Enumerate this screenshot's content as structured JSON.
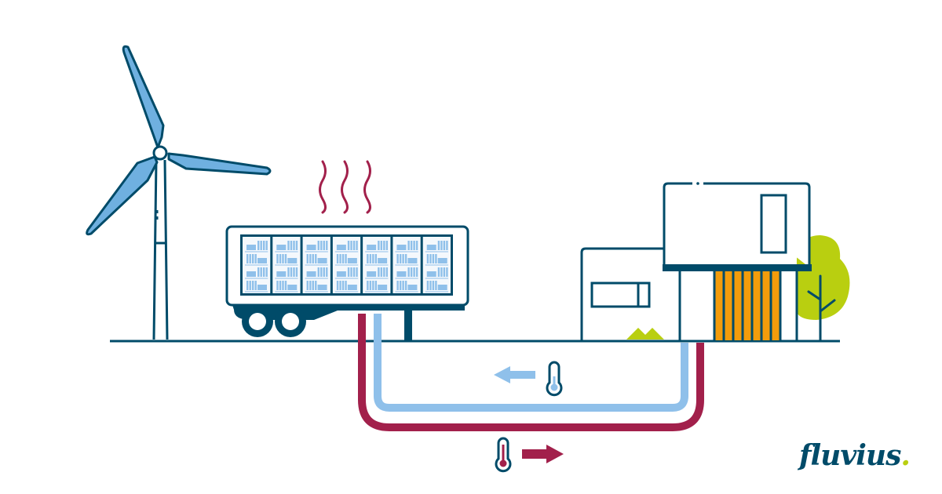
{
  "brand": {
    "name": "fluvius",
    "dot": "."
  },
  "colors": {
    "outline": "#004b69",
    "blade_fill": "#6fb0e0",
    "battery_cell": "#8fc0ea",
    "cold_pipe": "#8fc0ea",
    "hot_pipe": "#a2204b",
    "heat_wave": "#a2204b",
    "slats": "#f39c0b",
    "greenery": "#b9cf10",
    "background": "#ffffff"
  },
  "scene": {
    "elements": [
      "wind-turbine",
      "battery-trailer",
      "heat-waves",
      "house",
      "tree",
      "hot-water-pipe",
      "cold-water-pipe"
    ],
    "flows": [
      {
        "name": "cold-return",
        "icon": "thermometer-cold",
        "direction": "left"
      },
      {
        "name": "hot-supply",
        "icon": "thermometer-hot",
        "direction": "right"
      }
    ],
    "battery_modules": 7
  }
}
